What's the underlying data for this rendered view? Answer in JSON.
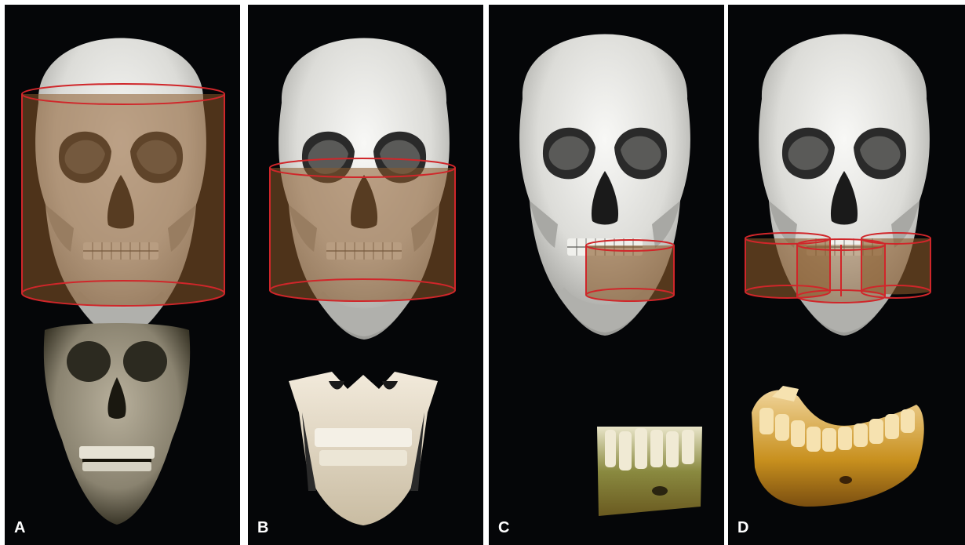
{
  "panels": [
    {
      "id": "A",
      "label": "A",
      "fov": "full-skull"
    },
    {
      "id": "B",
      "label": "B",
      "fov": "maxilla-mandible"
    },
    {
      "id": "C",
      "label": "C",
      "fov": "small-localized"
    },
    {
      "id": "D",
      "label": "D",
      "fov": "full-arch-multiple"
    }
  ],
  "colors": {
    "background": "#050608",
    "fov_outline": "#d0262a",
    "fov_fill": "#8a5a2a",
    "bone": "#e8e6e2",
    "bone_tint": "#d9c3a0"
  }
}
